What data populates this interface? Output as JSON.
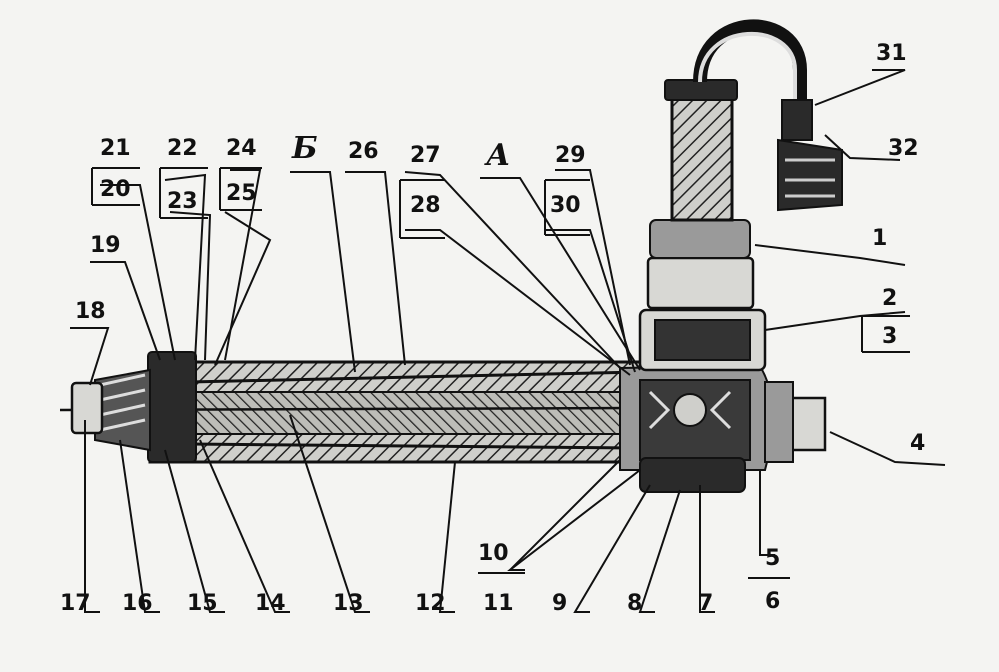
{
  "labels": {
    "l1": "1",
    "l2": "2",
    "l3": "3",
    "l4": "4",
    "l5": "5",
    "l6": "6",
    "l7": "7",
    "l8": "8",
    "l9": "9",
    "l10": "10",
    "l11": "11",
    "l12": "12",
    "l13": "13",
    "l14": "14",
    "l15": "15",
    "l16": "16",
    "l17": "17",
    "l18": "18",
    "l19": "19",
    "l20": "20",
    "l21": "21",
    "l22": "22",
    "l23": "23",
    "l24": "24",
    "l25": "25",
    "l26": "26",
    "l27": "27",
    "l28": "28",
    "l29": "29",
    "l30": "30",
    "l31": "31",
    "l32": "32",
    "lA": "А",
    "lB": "Б"
  }
}
